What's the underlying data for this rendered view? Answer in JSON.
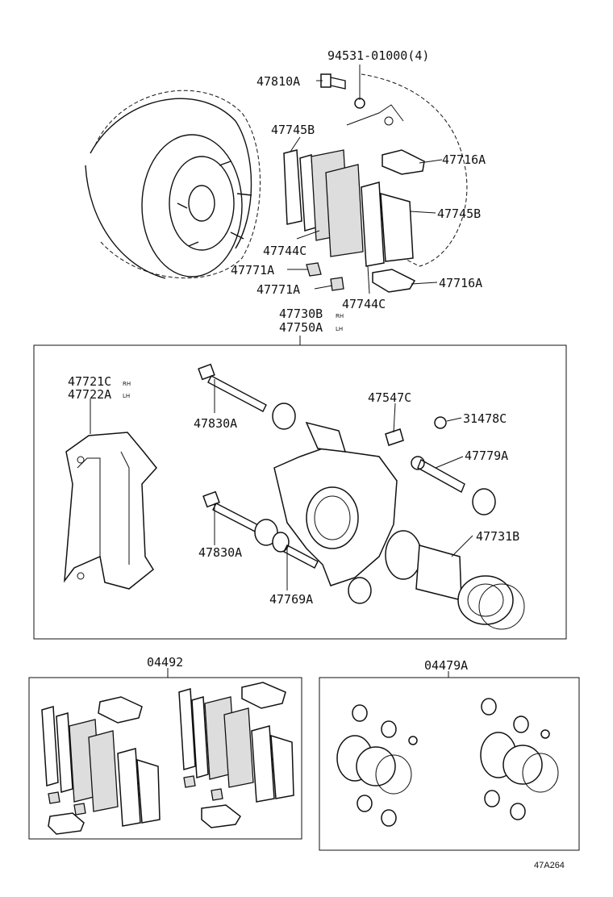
{
  "diagram": {
    "callouts": {
      "bolt_top": "94531-01000(4)",
      "bleeder_bolt": "47810A",
      "shim_left": "47745B",
      "anti_squeal_right_top": "47716A",
      "shim_right": "47745B",
      "pad_left": "47744C",
      "indicator_1": "47771A",
      "indicator_2": "47771A",
      "pad_right": "47744C",
      "anti_squeal_right_bottom": "47716A",
      "caliper_rh": "47730B",
      "caliper_lh": "47750A",
      "mounting_rh": "47721C",
      "mounting_lh": "47722A",
      "bolt_upper": "47830A",
      "bleeder_plug": "47547C",
      "cap": "31478C",
      "slide_pin": "47779A",
      "bolt_lower": "47830A",
      "piston_seal_kit": "47731B",
      "bushing": "47769A",
      "pad_kit": "04492",
      "cylinder_kit": "04479A"
    },
    "side_marks": {
      "rh": "RH",
      "lh": "LH"
    },
    "reference": "47A264"
  }
}
